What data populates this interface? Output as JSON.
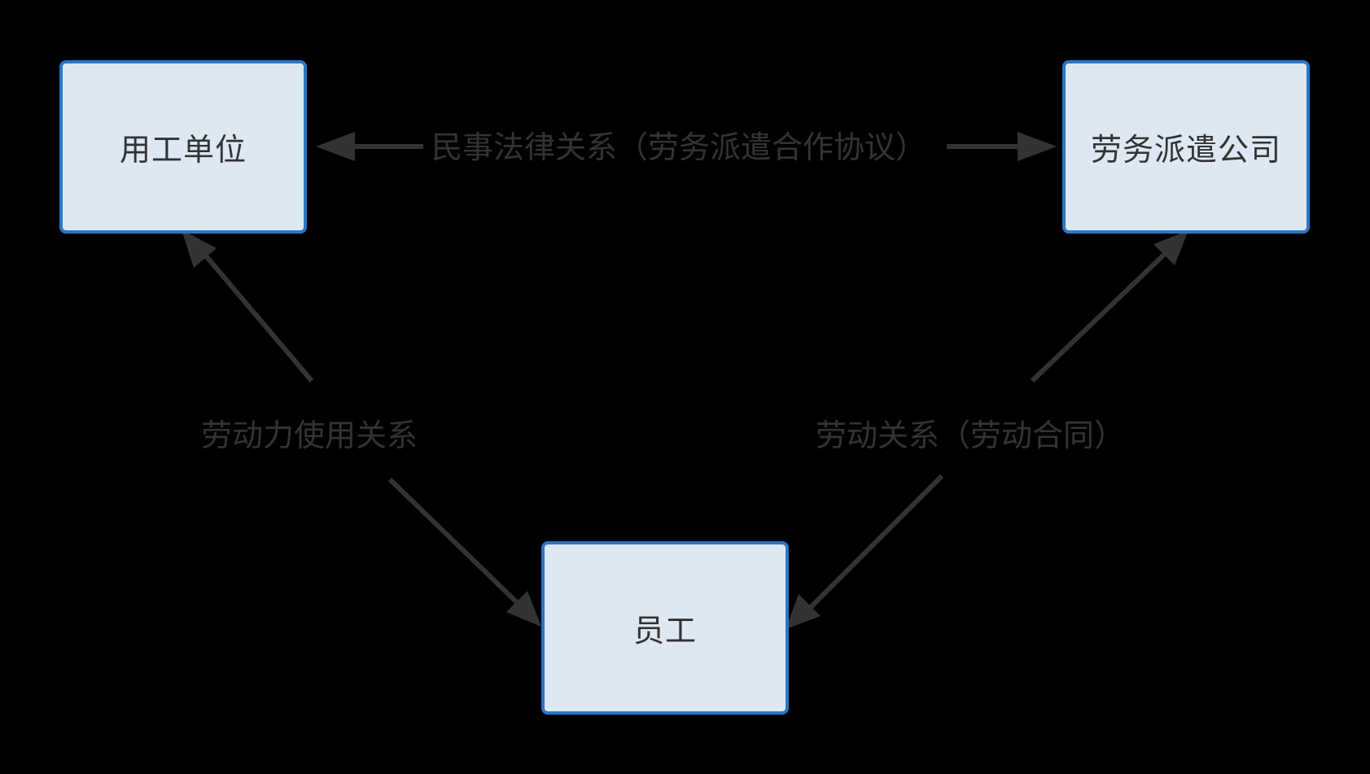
{
  "nodes": {
    "employer": "用工单位",
    "agency": "劳务派遣公司",
    "employee": "员工"
  },
  "edges": {
    "civil_relation": "民事法律关系（劳务派遣合作协议）",
    "labor_use_relation": "劳动力使用关系",
    "labor_relation": "劳动关系（劳动合同）"
  },
  "colors": {
    "background": "#000000",
    "node_fill": "#dde8f2",
    "node_border": "#2a76c8",
    "text": "#333333",
    "arrow": "#333333"
  }
}
